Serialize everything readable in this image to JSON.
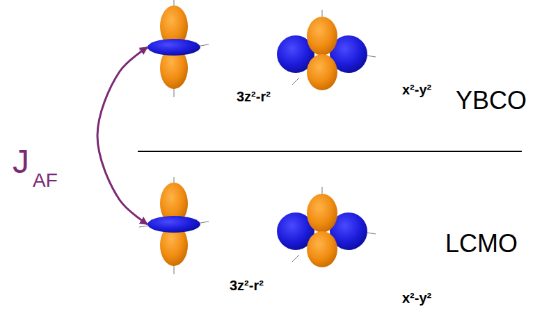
{
  "diagram": {
    "nodes": [
      {
        "text": [
          "3z²-r²"
        ]
      },
      {
        "text": [
          "x²-y²"
        ]
      },
      {
        "text": [
          "3z²-r²"
        ]
      },
      {
        "text": [
          "x²-y²"
        ]
      }
    ],
    "edges": [
      {
        "from": 0,
        "to": 2,
        "arrow": "both",
        "label": "J"
      }
    ],
    "labels": [
      "AF",
      "YBCO",
      "LCMO"
    ]
  }
}
